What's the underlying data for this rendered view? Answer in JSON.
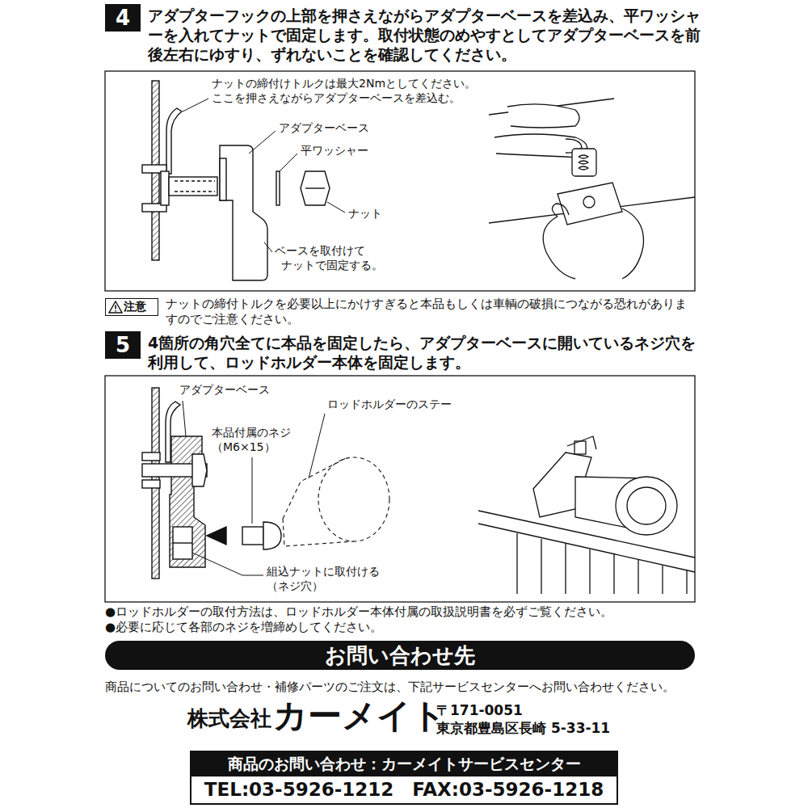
{
  "diagram": {
    "nodes": [
      {
        "text": [
          "4"
        ]
      },
      {
        "text": [
          "注意"
        ]
      },
      {
        "text": [
          "5"
        ]
      },
      {
        "text": [
          "お問い合わせ先"
        ]
      },
      {
        "text": [
          "商品のお問い合わせ：カーメイトサービスセンター",
          "TEL:03-5926-1212　FAX:03-5926-1218"
        ]
      }
    ],
    "labels": [
      "アダプターフックの上部を押さえながらアダプターベースを差込み、平ワッシャーを入れてナットで固定します。取付状態のめやすとしてアダプターベースを前後左右にゆすり、ずれないことを確認してください。",
      "ナットの締付けトルクは最大2Nmとしてください。",
      "ここを押さえながらアダプターベースを差込む。",
      "アダプターベース",
      "平ワッシャー",
      "ナット",
      "ベースを取付けて",
      "ナットで固定する。",
      "ナットの締付トルクを必要以上にかけすぎると本品もしくは車輌の破損につながる恐れがありますのでご注意ください。",
      "4箇所の角穴全てに本品を固定したら、アダプターベースに開いているネジ穴を利用して、ロッドホルダー本体を固定します。",
      "アダプターベース",
      "ロッドホルダーのステー",
      "本品付属のネジ",
      "（M6×15）",
      "組込ナットに取付ける",
      "（ネジ穴）",
      "●ロッドホルダーの取付方法は、ロッドホルダー本体付属の取扱説明書を必ずご覧ください。",
      "●必要に応じて各部のネジを増締めしてください。",
      "商品についてのお問い合わせ・補修パーツのご注文は、下記サービスセンターへお問い合わせください。",
      "株式会社",
      "カーメイト",
      "〒171-0051",
      "東京都豊島区長崎 5-33-11"
    ]
  }
}
